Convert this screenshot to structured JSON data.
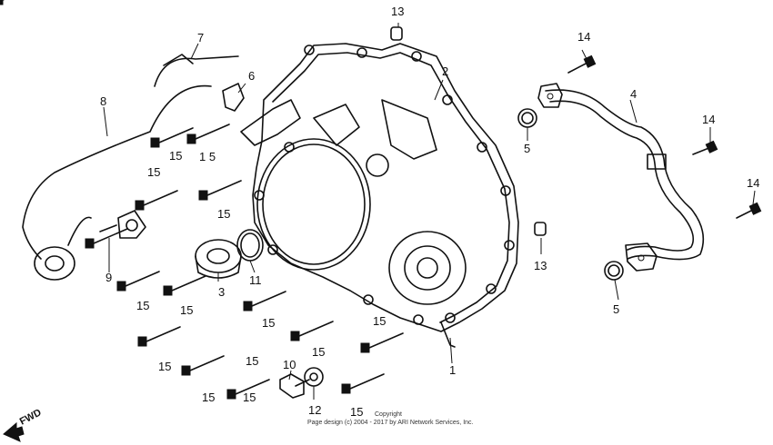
{
  "callouts": {
    "c1": "1",
    "c2": "2",
    "c3": "3",
    "c4": "4",
    "c5a": "5",
    "c5b": "5",
    "c6": "6",
    "c7": "7",
    "c8": "8",
    "c9": "9",
    "c10": "10",
    "c11": "11",
    "c12": "12",
    "c13a": "13",
    "c13b": "13",
    "c14a": "14",
    "c14b": "14",
    "c14c": "14",
    "c15a": "15",
    "c15b": "1 5",
    "c15c": "15",
    "c15d": "15",
    "c15e": "15",
    "c15f": "15",
    "c15g": "15",
    "c15h": "15",
    "c15i": "15",
    "c15j": "15",
    "c15k": "15",
    "c15l": "15",
    "c15m": "15",
    "c15n": "15"
  },
  "fwd_label": "FWD",
  "copyright": {
    "line1": "Copyright",
    "line2": "Page design (c) 2004 - 2017 by ARI Network Services, Inc."
  }
}
